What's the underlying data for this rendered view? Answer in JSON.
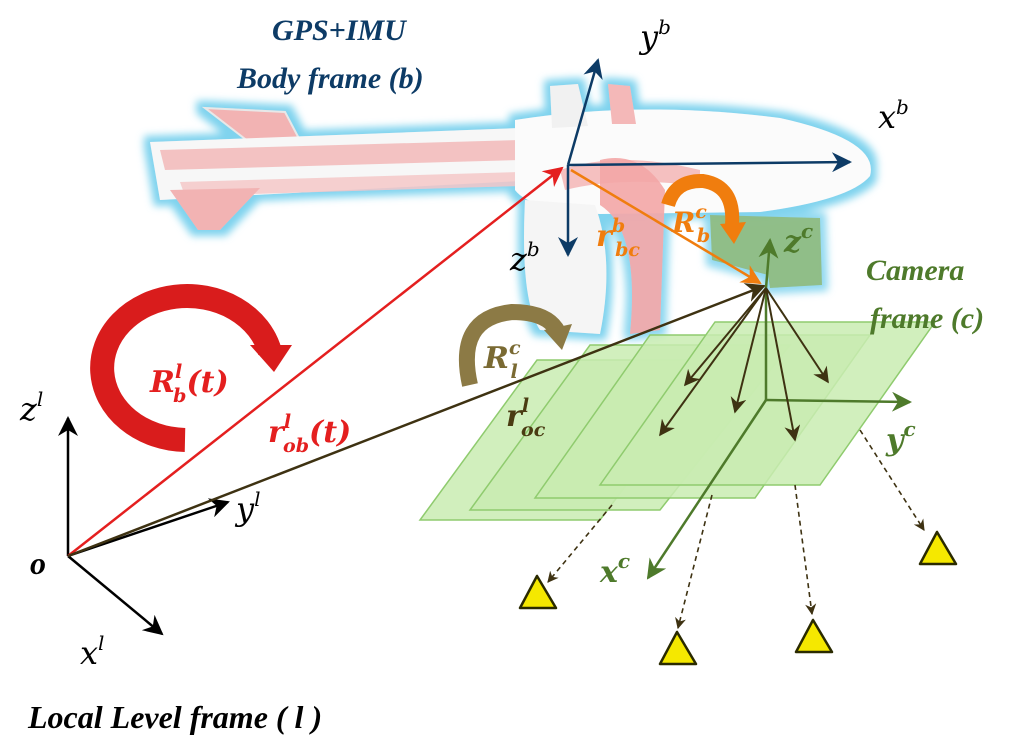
{
  "labels": {
    "gps_title": "GPS+IMU",
    "body_frame": "Body frame (b)",
    "camera_frame_line1": "Camera",
    "camera_frame_line2": "frame (c)",
    "local_frame": "Local Level  frame ( l )",
    "origin": "o"
  },
  "axes": {
    "yb": {
      "base": "y",
      "sup": "b"
    },
    "xb": {
      "base": "x",
      "sup": "b"
    },
    "zb": {
      "base": "z",
      "sup": "b"
    },
    "zc": {
      "base": "z",
      "sup": "c"
    },
    "yc": {
      "base": "y",
      "sup": "c"
    },
    "xc": {
      "base": "x",
      "sup": "c"
    },
    "zl": {
      "base": "z",
      "sup": "l"
    },
    "yl": {
      "base": "y",
      "sup": "l"
    },
    "xl": {
      "base": "x",
      "sup": "l"
    }
  },
  "symbols": {
    "R_bl": {
      "base": "R",
      "sup": "l",
      "sub": "b",
      "tail": "(t)"
    },
    "R_lc": {
      "base": "R",
      "sup": "c",
      "sub": "l"
    },
    "R_bc": {
      "base": "R",
      "sup": "c",
      "sub": "b"
    },
    "r_ob": {
      "base": "r",
      "sup": "l",
      "sub": "ob",
      "tail": "(t)"
    },
    "r_bc": {
      "base": "r",
      "sup": "b",
      "sub": "bc"
    },
    "r_oc": {
      "base": "r",
      "sup": "l",
      "sub": "oc"
    }
  },
  "colors": {
    "body_blue": "#0d3b66",
    "red": "#e41f1f",
    "orange": "#f07d0e",
    "olive": "#4a3b12",
    "green_text": "#4e7a2b",
    "plane_fill": "#c8ecb0",
    "plane_stroke": "#7fc060",
    "aircraft_glow": "#a7e3f3",
    "aircraft_red": "#f0a8a8",
    "target_yellow": "#f5e800"
  }
}
